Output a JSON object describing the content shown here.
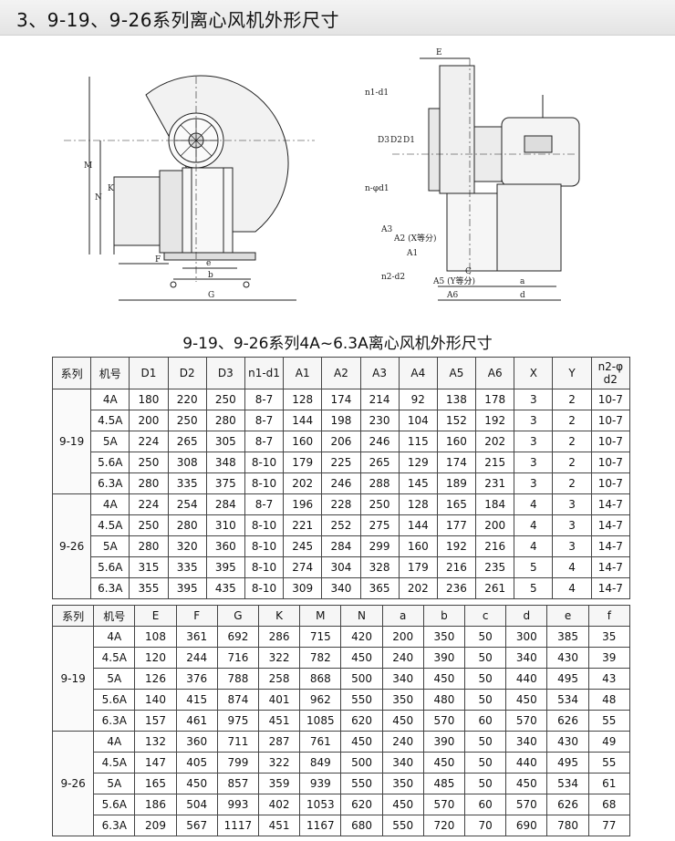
{
  "header": {
    "title": "3、9-19、9-26系列离心风机外形尺寸"
  },
  "drawing": {
    "front_labels": [
      "M",
      "N",
      "K",
      "F",
      "e",
      "b",
      "G"
    ],
    "side_labels": [
      "E",
      "n1-d1",
      "D3",
      "D2",
      "D1",
      "n-φd1",
      "A3",
      "A2 (X等分)",
      "A1",
      "n2-d2",
      "C",
      "A5 (Y等分)",
      "A6",
      "a",
      "d"
    ]
  },
  "subtitle": "9-19、9-26系列4A~6.3A离心风机外形尺寸",
  "table1": {
    "headers": [
      "系列",
      "机号",
      "D1",
      "D2",
      "D3",
      "n1-d1",
      "A1",
      "A2",
      "A3",
      "A4",
      "A5",
      "A6",
      "X",
      "Y",
      "n2-φ d2"
    ],
    "groups": [
      {
        "series": "9-19",
        "rows": [
          [
            "4A",
            "180",
            "220",
            "250",
            "8-7",
            "128",
            "174",
            "214",
            "92",
            "138",
            "178",
            "3",
            "2",
            "10-7"
          ],
          [
            "4.5A",
            "200",
            "250",
            "280",
            "8-7",
            "144",
            "198",
            "230",
            "104",
            "152",
            "192",
            "3",
            "2",
            "10-7"
          ],
          [
            "5A",
            "224",
            "265",
            "305",
            "8-7",
            "160",
            "206",
            "246",
            "115",
            "160",
            "202",
            "3",
            "2",
            "10-7"
          ],
          [
            "5.6A",
            "250",
            "308",
            "348",
            "8-10",
            "179",
            "225",
            "265",
            "129",
            "174",
            "215",
            "3",
            "2",
            "10-7"
          ],
          [
            "6.3A",
            "280",
            "335",
            "375",
            "8-10",
            "202",
            "246",
            "288",
            "145",
            "189",
            "231",
            "3",
            "2",
            "10-7"
          ]
        ]
      },
      {
        "series": "9-26",
        "rows": [
          [
            "4A",
            "224",
            "254",
            "284",
            "8-7",
            "196",
            "228",
            "250",
            "128",
            "165",
            "184",
            "4",
            "3",
            "14-7"
          ],
          [
            "4.5A",
            "250",
            "280",
            "310",
            "8-10",
            "221",
            "252",
            "275",
            "144",
            "177",
            "200",
            "4",
            "3",
            "14-7"
          ],
          [
            "5A",
            "280",
            "320",
            "360",
            "8-10",
            "245",
            "284",
            "299",
            "160",
            "192",
            "216",
            "4",
            "3",
            "14-7"
          ],
          [
            "5.6A",
            "315",
            "335",
            "395",
            "8-10",
            "274",
            "304",
            "328",
            "179",
            "216",
            "235",
            "5",
            "4",
            "14-7"
          ],
          [
            "6.3A",
            "355",
            "395",
            "435",
            "8-10",
            "309",
            "340",
            "365",
            "202",
            "236",
            "261",
            "5",
            "4",
            "14-7"
          ]
        ]
      }
    ]
  },
  "table2": {
    "headers": [
      "系列",
      "机号",
      "E",
      "F",
      "G",
      "K",
      "M",
      "N",
      "a",
      "b",
      "c",
      "d",
      "e",
      "f"
    ],
    "groups": [
      {
        "series": "9-19",
        "rows": [
          [
            "4A",
            "108",
            "361",
            "692",
            "286",
            "715",
            "420",
            "200",
            "350",
            "50",
            "300",
            "385",
            "35"
          ],
          [
            "4.5A",
            "120",
            "244",
            "716",
            "322",
            "782",
            "450",
            "240",
            "390",
            "50",
            "340",
            "430",
            "39"
          ],
          [
            "5A",
            "126",
            "376",
            "788",
            "258",
            "868",
            "500",
            "340",
            "450",
            "50",
            "440",
            "495",
            "43"
          ],
          [
            "5.6A",
            "140",
            "415",
            "874",
            "401",
            "962",
            "550",
            "350",
            "480",
            "50",
            "450",
            "534",
            "48"
          ],
          [
            "6.3A",
            "157",
            "461",
            "975",
            "451",
            "1085",
            "620",
            "450",
            "570",
            "60",
            "570",
            "626",
            "55"
          ]
        ]
      },
      {
        "series": "9-26",
        "rows": [
          [
            "4A",
            "132",
            "360",
            "711",
            "287",
            "761",
            "450",
            "240",
            "390",
            "50",
            "340",
            "430",
            "49"
          ],
          [
            "4.5A",
            "147",
            "405",
            "799",
            "322",
            "849",
            "500",
            "340",
            "450",
            "50",
            "440",
            "495",
            "55"
          ],
          [
            "5A",
            "165",
            "450",
            "857",
            "359",
            "939",
            "550",
            "350",
            "485",
            "50",
            "450",
            "534",
            "61"
          ],
          [
            "5.6A",
            "186",
            "504",
            "993",
            "402",
            "1053",
            "620",
            "450",
            "570",
            "60",
            "570",
            "626",
            "68"
          ],
          [
            "6.3A",
            "209",
            "567",
            "1117",
            "451",
            "1167",
            "680",
            "550",
            "720",
            "70",
            "690",
            "780",
            "77"
          ]
        ]
      }
    ]
  }
}
